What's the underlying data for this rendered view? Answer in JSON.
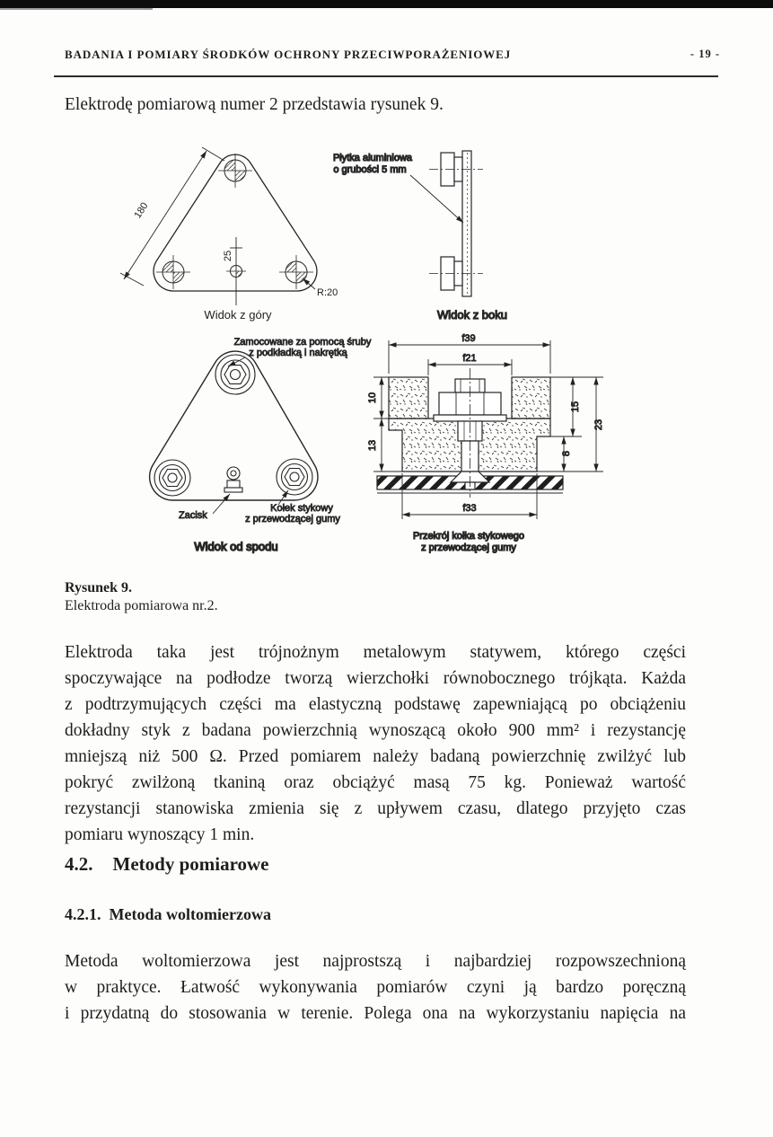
{
  "header": {
    "title": "BADANIA I POMIARY ŚRODKÓW OCHRONY PRZECIWPORAŻENIOWEJ",
    "page_number": "- 19 -"
  },
  "intro": "Elektrodę pomiarową numer 2 przedstawia rysunek 9.",
  "figure": {
    "top_view": {
      "caption": "Widok z góry",
      "dim_side": "180",
      "dim_center": "25",
      "dim_radius": "R:20"
    },
    "side_view": {
      "caption": "Widok z boku",
      "plate_label_line1": "Płytka aluminiowa",
      "plate_label_line2": "o grubości 5 mm"
    },
    "bottom_view": {
      "caption": "Widok od spodu",
      "mount_label_line1": "Zamocowane za pomocą śruby",
      "mount_label_line2": "z podkładką i nakrętką",
      "clamp_label": "Zacisk",
      "pin_label_line1": "Kołek stykowy",
      "pin_label_line2": "z przewodzącej gumy"
    },
    "section_view": {
      "caption_line1": "Przekrój kołka stykowego",
      "caption_line2": "z przewodzącej gumy",
      "dim_f39": "f39",
      "dim_f21": "f21",
      "dim_f33": "f33",
      "dim_10": "10",
      "dim_13": "13",
      "dim_15": "15",
      "dim_8": "8",
      "dim_23": "23"
    }
  },
  "figure_caption": {
    "title": "Rysunek 9.",
    "subtitle": "Elektroda pomiarowa nr.2."
  },
  "paragraph1": {
    "lines": [
      "Elektroda taka jest trójnożnym metalowym statywem, którego części",
      "spoczywające na podłodze tworzą wierzchołki równobocznego trójkąta. Każda",
      "z podtrzymujących części ma elastyczną podstawę zapewniającą po obciążeniu",
      "dokładny styk z badana powierzchnią wynoszącą około 900 mm² i rezystancję",
      "mniejszą niż 500 Ω. Przed pomiarem należy badaną powierzchnię zwilżyć lub",
      "pokryć zwilżoną tkaniną oraz obciążyć masą 75 kg. Ponieważ wartość",
      "rezystancji stanowiska zmienia się z upływem czasu, dlatego przyjęto czas",
      "pomiaru wynoszący 1 min."
    ]
  },
  "heading_section": {
    "number": "4.2.",
    "title": "Metody pomiarowe"
  },
  "heading_subsection": {
    "number": "4.2.1.",
    "title": "Metoda woltomierzowa"
  },
  "paragraph2": {
    "lines": [
      "Metoda woltomierzowa jest najprostszą i najbardziej rozpowszechnioną",
      "w praktyce. Łatwość wykonywania pomiarów czyni ją bardzo poręczną",
      "i przydatną do stosowania w terenie. Polega ona na wykorzystaniu napięcia na"
    ]
  }
}
